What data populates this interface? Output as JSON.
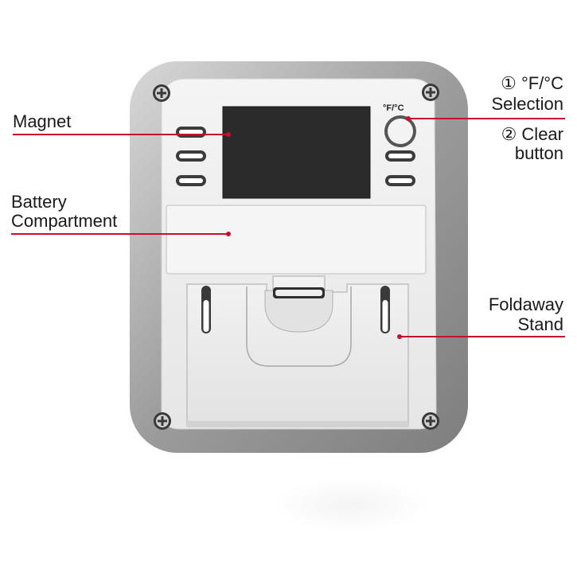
{
  "labels": {
    "magnet": "Magnet",
    "battery_line1": "Battery",
    "battery_line2": "Compartment",
    "selection_line1": "① °F/°C",
    "selection_line2": "Selection",
    "clear_line1": "② Clear",
    "clear_line2": "button",
    "stand_line1": "Foldaway",
    "stand_line2": "Stand",
    "button_caption": "°F/°C"
  },
  "colors": {
    "callout": "#c8102e",
    "housing": "#9a9a9a",
    "panel": "#ececec",
    "magnet": "#2a2a2a"
  },
  "icons": {
    "screw": "screw-icon"
  }
}
